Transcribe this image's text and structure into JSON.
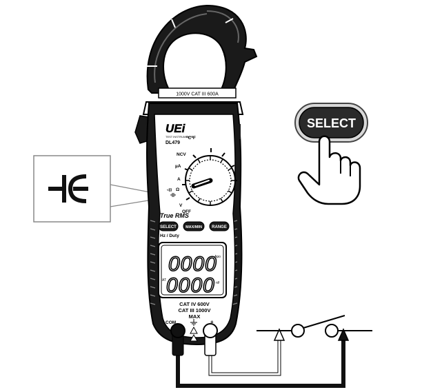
{
  "meter": {
    "brand": "UEi",
    "brand_tagline": "TEST INSTRUMENTS",
    "model": "DL479",
    "jaw_rating": "1000V CAT III 600A",
    "true_rms": "True RMS",
    "hz_duty": "Hz / Duty",
    "buttons": {
      "select": "SELECT",
      "maxmin": "MAX/MIN",
      "range": "RANGE"
    },
    "dial": {
      "temp": "°C°F",
      "ncv": "NCV",
      "ua": "µA",
      "a": "A",
      "ohm": "Ω",
      "v": "V",
      "off": "OFF"
    },
    "lcd": {
      "top_digits": "0000",
      "main_digits": "0000",
      "apo": "Apo",
      "at": "AT",
      "unit": "nF"
    },
    "ratings": {
      "line1": "CAT IV 600V",
      "line2": "CAT III 1000V",
      "line3": "MAX"
    },
    "jacks": {
      "com": "COM",
      "plus": "+"
    }
  },
  "callout": {
    "symbol": "capacitance-symbol"
  },
  "select_prompt": {
    "label": "SELECT"
  },
  "colors": {
    "ink": "#000000",
    "paper": "#ffffff",
    "gray": "#888888"
  }
}
